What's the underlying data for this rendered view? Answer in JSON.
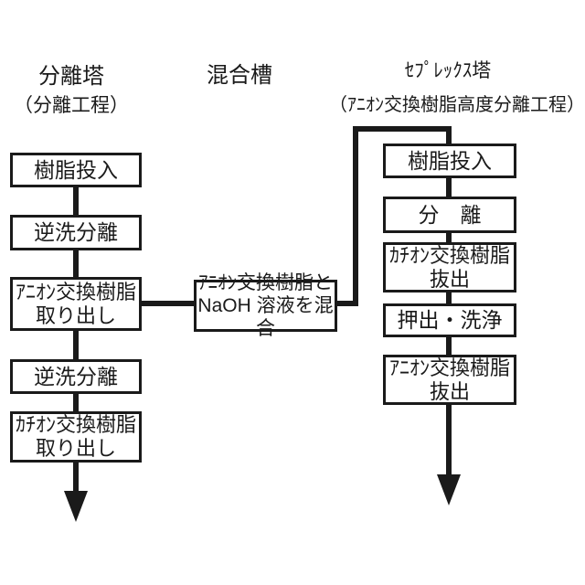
{
  "diagram": {
    "left": {
      "title": "分離塔",
      "subtitle": "（分離工程）",
      "boxes": [
        "樹脂投入",
        "逆洗分離",
        "ｱﾆｵﾝ交換樹脂\n取り出し",
        "逆洗分離",
        "ｶﾁｵﾝ交換樹脂\n取り出し"
      ]
    },
    "middle": {
      "title": "混合槽",
      "box": "ｱﾆｵﾝ交換樹脂と\nNaOH 溶液を混合"
    },
    "right": {
      "title": "ｾﾌﾟﾚｯｸｽ塔",
      "subtitle": "（ｱﾆｵﾝ交換樹脂高度分離工程）",
      "boxes": [
        "樹脂投入",
        "分　離",
        "ｶﾁｵﾝ交換樹脂\n抜出",
        "押出・洗浄",
        "ｱﾆｵﾝ交換樹脂\n抜出"
      ]
    },
    "colors": {
      "line": "#1a1a1a",
      "background": "#ffffff",
      "text": "#1a1a1a"
    }
  }
}
